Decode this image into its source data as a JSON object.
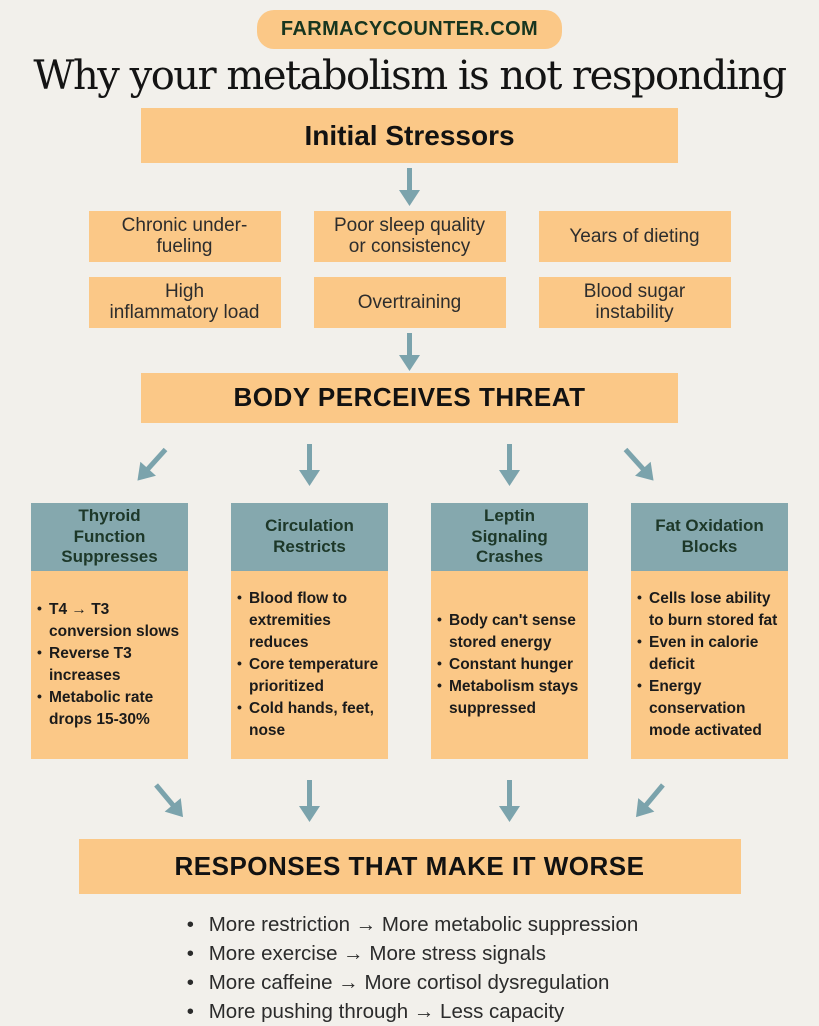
{
  "badge": {
    "label": "FARMACYCOUNTER.COM"
  },
  "title": "Why your metabolism is not responding",
  "initial": {
    "heading": "Initial Stressors",
    "stressors": [
      "Chronic under-\nfueling",
      "Poor sleep quality\nor consistency",
      "Years of dieting",
      "High\ninflammatory load",
      "Overtraining",
      "Blood sugar\ninstability"
    ]
  },
  "threat": {
    "heading": "BODY PERCEIVES THREAT"
  },
  "columns": [
    {
      "header": "Thyroid\nFunction\nSuppresses",
      "bullets": [
        "T4 → T3 conversion slows",
        "Reverse T3 increases",
        "Metabolic rate drops 15-30%"
      ]
    },
    {
      "header": "Circulation\nRestricts",
      "bullets": [
        "Blood flow to extremities reduces",
        "Core temperature prioritized",
        "Cold hands, feet, nose"
      ]
    },
    {
      "header": "Leptin\nSignaling\nCrashes",
      "bullets": [
        "Body can't sense stored energy",
        "Constant hunger",
        "Metabolism stays suppressed"
      ]
    },
    {
      "header": "Fat Oxidation\nBlocks",
      "bullets": [
        "Cells lose ability to burn stored fat",
        "Even in calorie deficit",
        "Energy conservation mode activated"
      ]
    }
  ],
  "responses": {
    "heading": "RESPONSES THAT MAKE IT WORSE",
    "items": [
      "More restriction → More metabolic suppression",
      "More exercise → More stress signals",
      "More caffeine → More cortisol dysregulation",
      "More pushing through → Less capacity"
    ]
  },
  "colors": {
    "background": "#f2f0eb",
    "orange": "#fbc887",
    "teal": "#85a8ae",
    "arrow": "#7ba3ac",
    "header_text": "#1d3829",
    "badge_text": "#17351f"
  }
}
